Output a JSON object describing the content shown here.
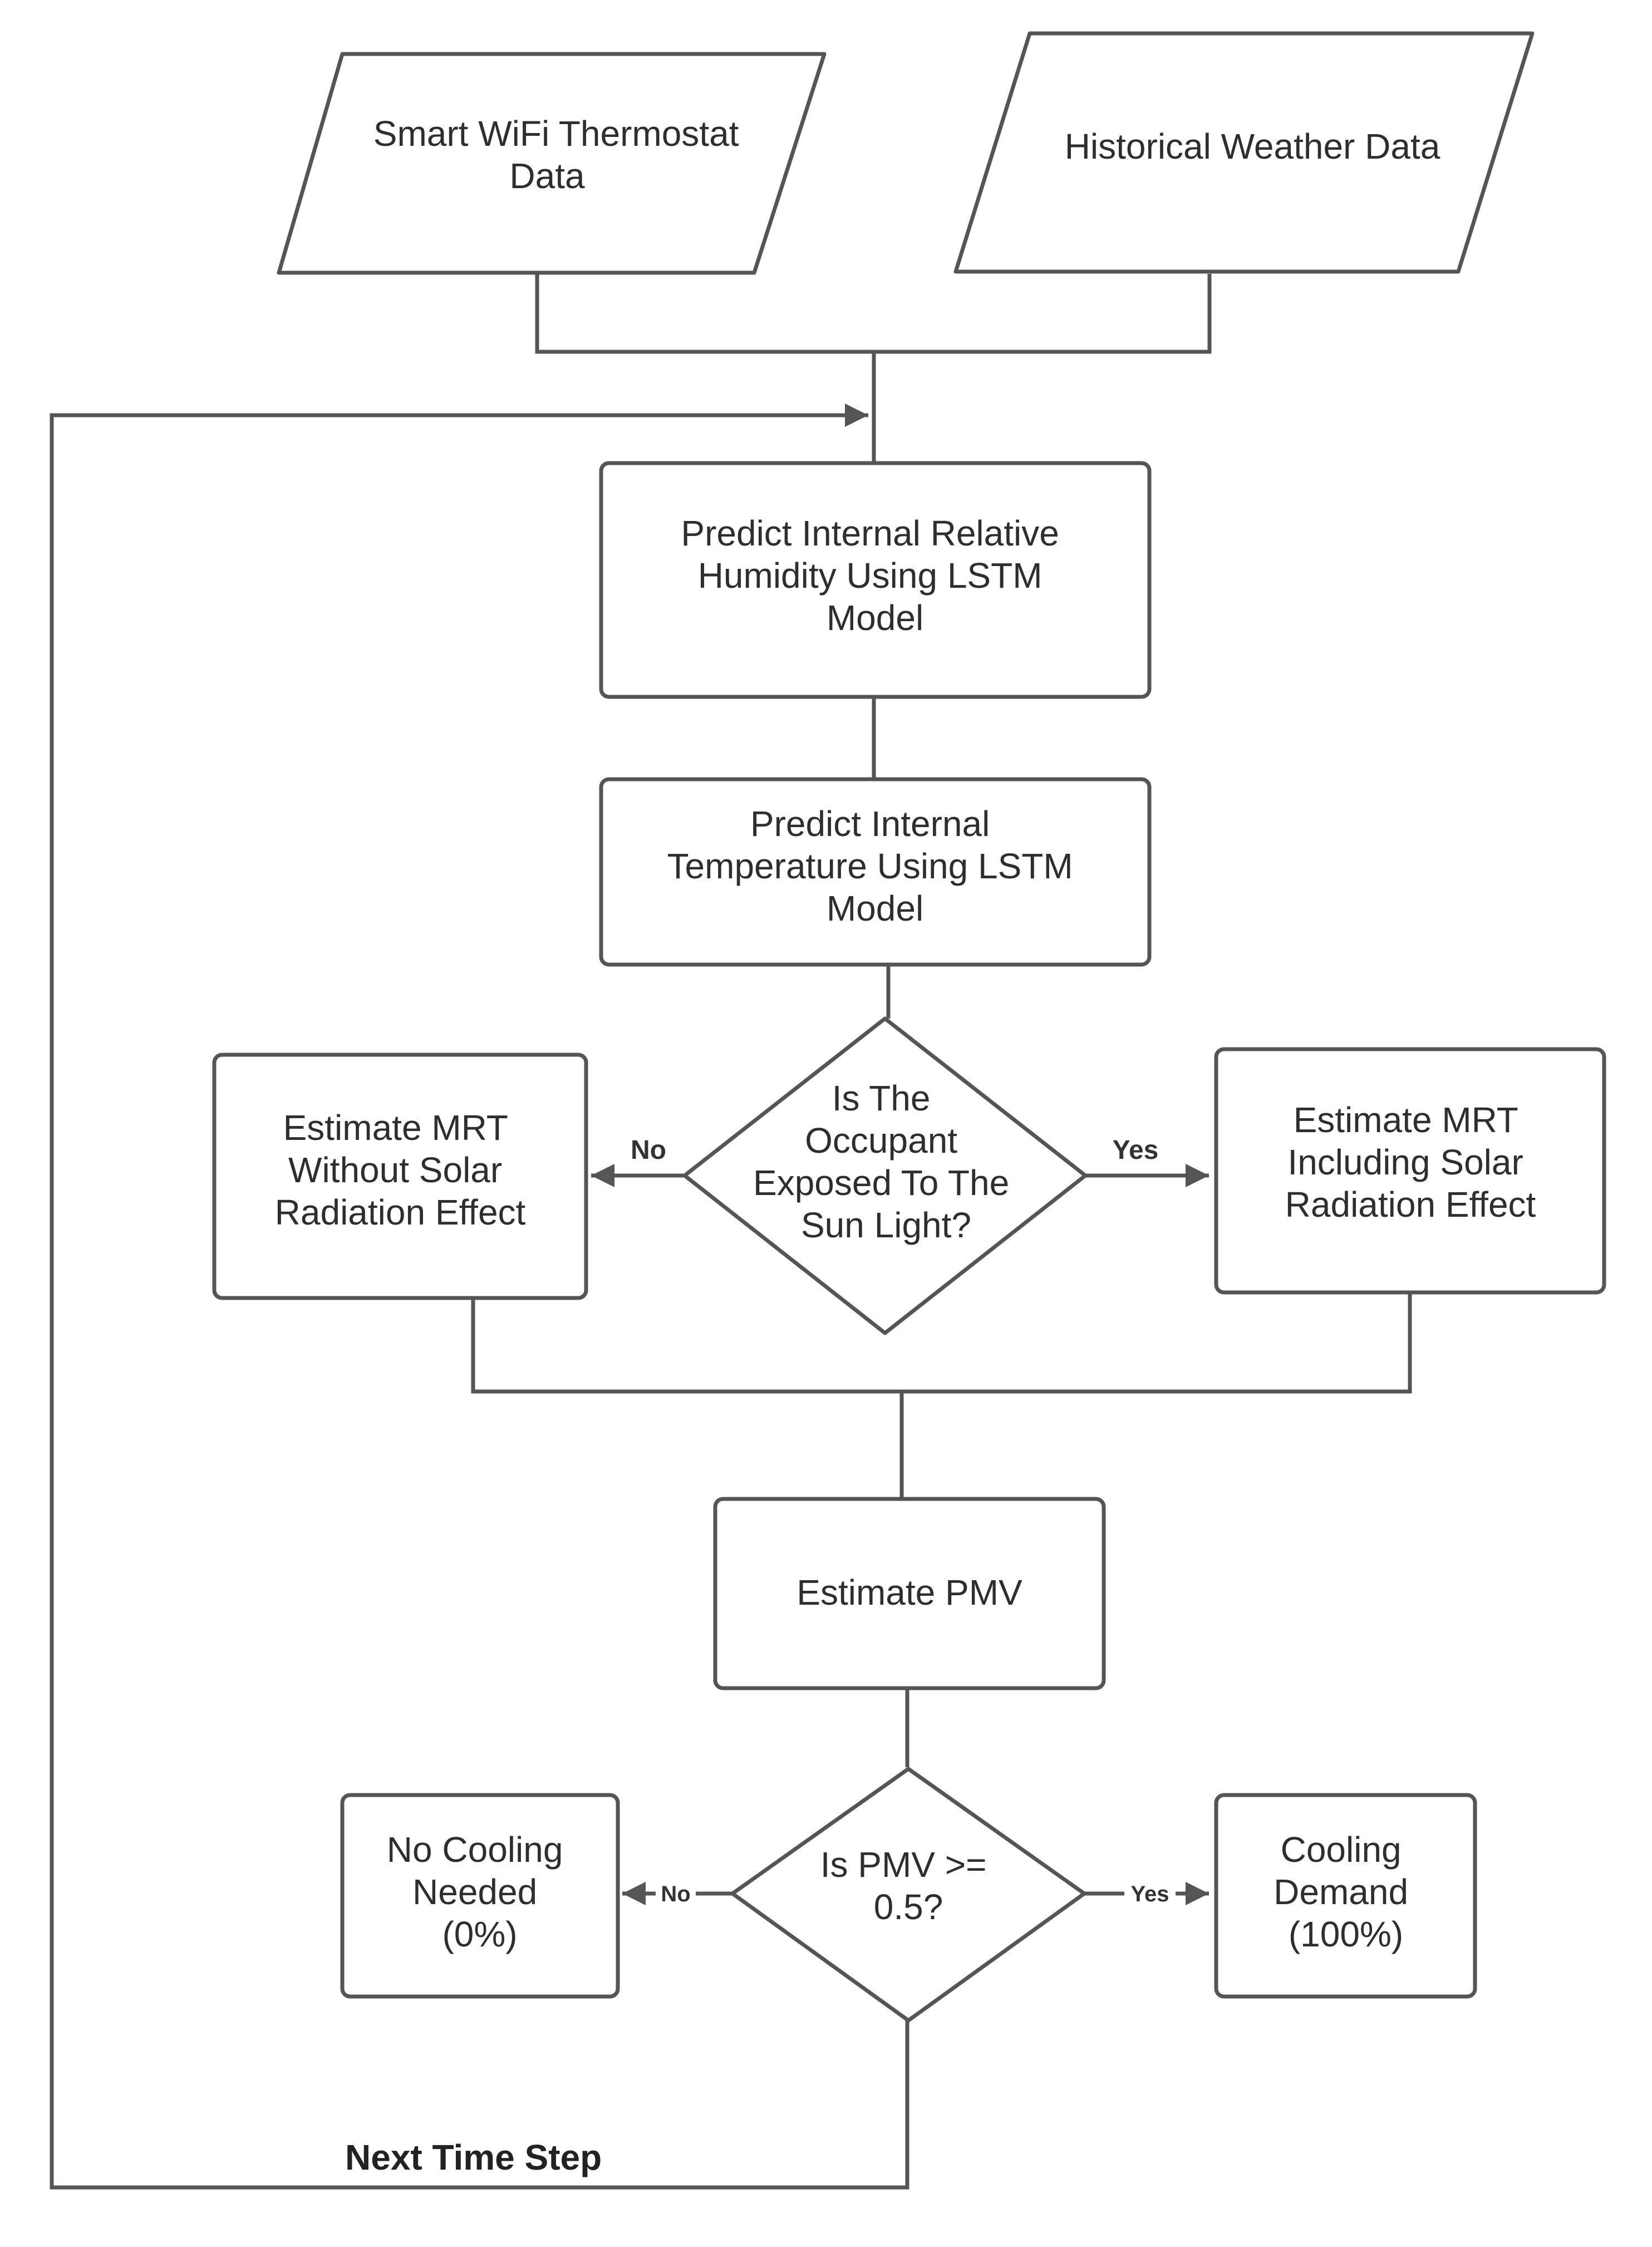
{
  "diagram": {
    "nodes": {
      "thermostat_data": {
        "lines": [
          "Smart WiFi Thermostat",
          "Data"
        ]
      },
      "weather_data": {
        "lines": [
          "Historical Weather Data"
        ]
      },
      "predict_humidity": {
        "lines": [
          "Predict Internal Relative",
          "Humidity Using LSTM",
          "Model"
        ]
      },
      "predict_temperature": {
        "lines": [
          "Predict Internal",
          "Temperature Using LSTM",
          "Model"
        ]
      },
      "sun_decision": {
        "lines": [
          "Is The",
          "Occupant",
          "Exposed To The",
          "Sun Light?"
        ]
      },
      "mrt_without_solar": {
        "lines": [
          "Estimate MRT",
          "Without Solar",
          "Radiation Effect"
        ]
      },
      "mrt_with_solar": {
        "lines": [
          "Estimate MRT",
          "Including Solar",
          "Radiation Effect"
        ]
      },
      "estimate_pmv": {
        "lines": [
          "Estimate PMV"
        ]
      },
      "pmv_decision": {
        "lines": [
          "Is PMV >=",
          "0.5?"
        ]
      },
      "no_cooling": {
        "lines": [
          "No Cooling",
          "Needed",
          "(0%)"
        ]
      },
      "cooling_demand": {
        "lines": [
          "Cooling",
          "Demand",
          "(100%)"
        ]
      }
    },
    "edge_labels": {
      "sun_no": "No",
      "sun_yes": "Yes",
      "pmv_no": "No",
      "pmv_yes": "Yes",
      "loop": "Next Time Step"
    }
  }
}
